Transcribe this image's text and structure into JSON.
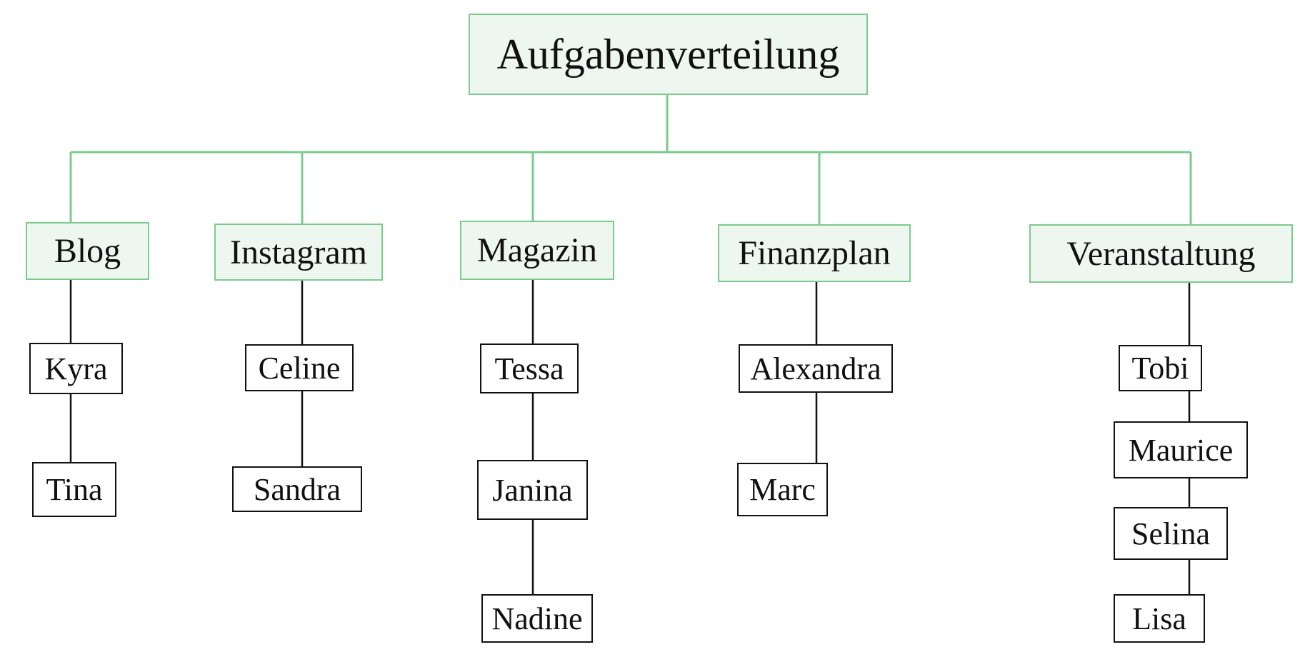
{
  "title": "Aufgabenverteilung",
  "colors": {
    "accent": "#7ccb8e",
    "fill": "#eef7ef",
    "line": "#111111"
  },
  "categories": [
    {
      "label": "Blog",
      "members": [
        "Kyra",
        "Tina"
      ]
    },
    {
      "label": "Instagram",
      "members": [
        "Celine",
        "Sandra"
      ]
    },
    {
      "label": "Magazin",
      "members": [
        "Tessa",
        "Janina",
        "Nadine"
      ]
    },
    {
      "label": "Finanzplan",
      "members": [
        "Alexandra",
        "Marc"
      ]
    },
    {
      "label": "Veranstaltung",
      "members": [
        "Tobi",
        "Maurice",
        "Selina",
        "Lisa"
      ]
    }
  ]
}
